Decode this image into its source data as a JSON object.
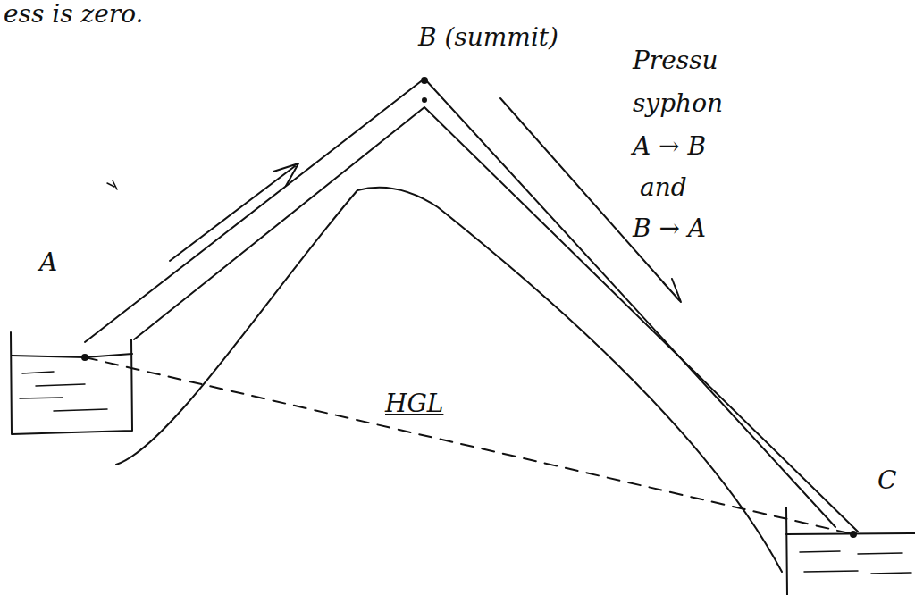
{
  "diagram": {
    "labels": [
      "ess is zero.",
      "B (summit)",
      "Pressu",
      "syphon",
      "A → B",
      "and",
      "B → A",
      "A",
      "HGL",
      "C"
    ]
  }
}
